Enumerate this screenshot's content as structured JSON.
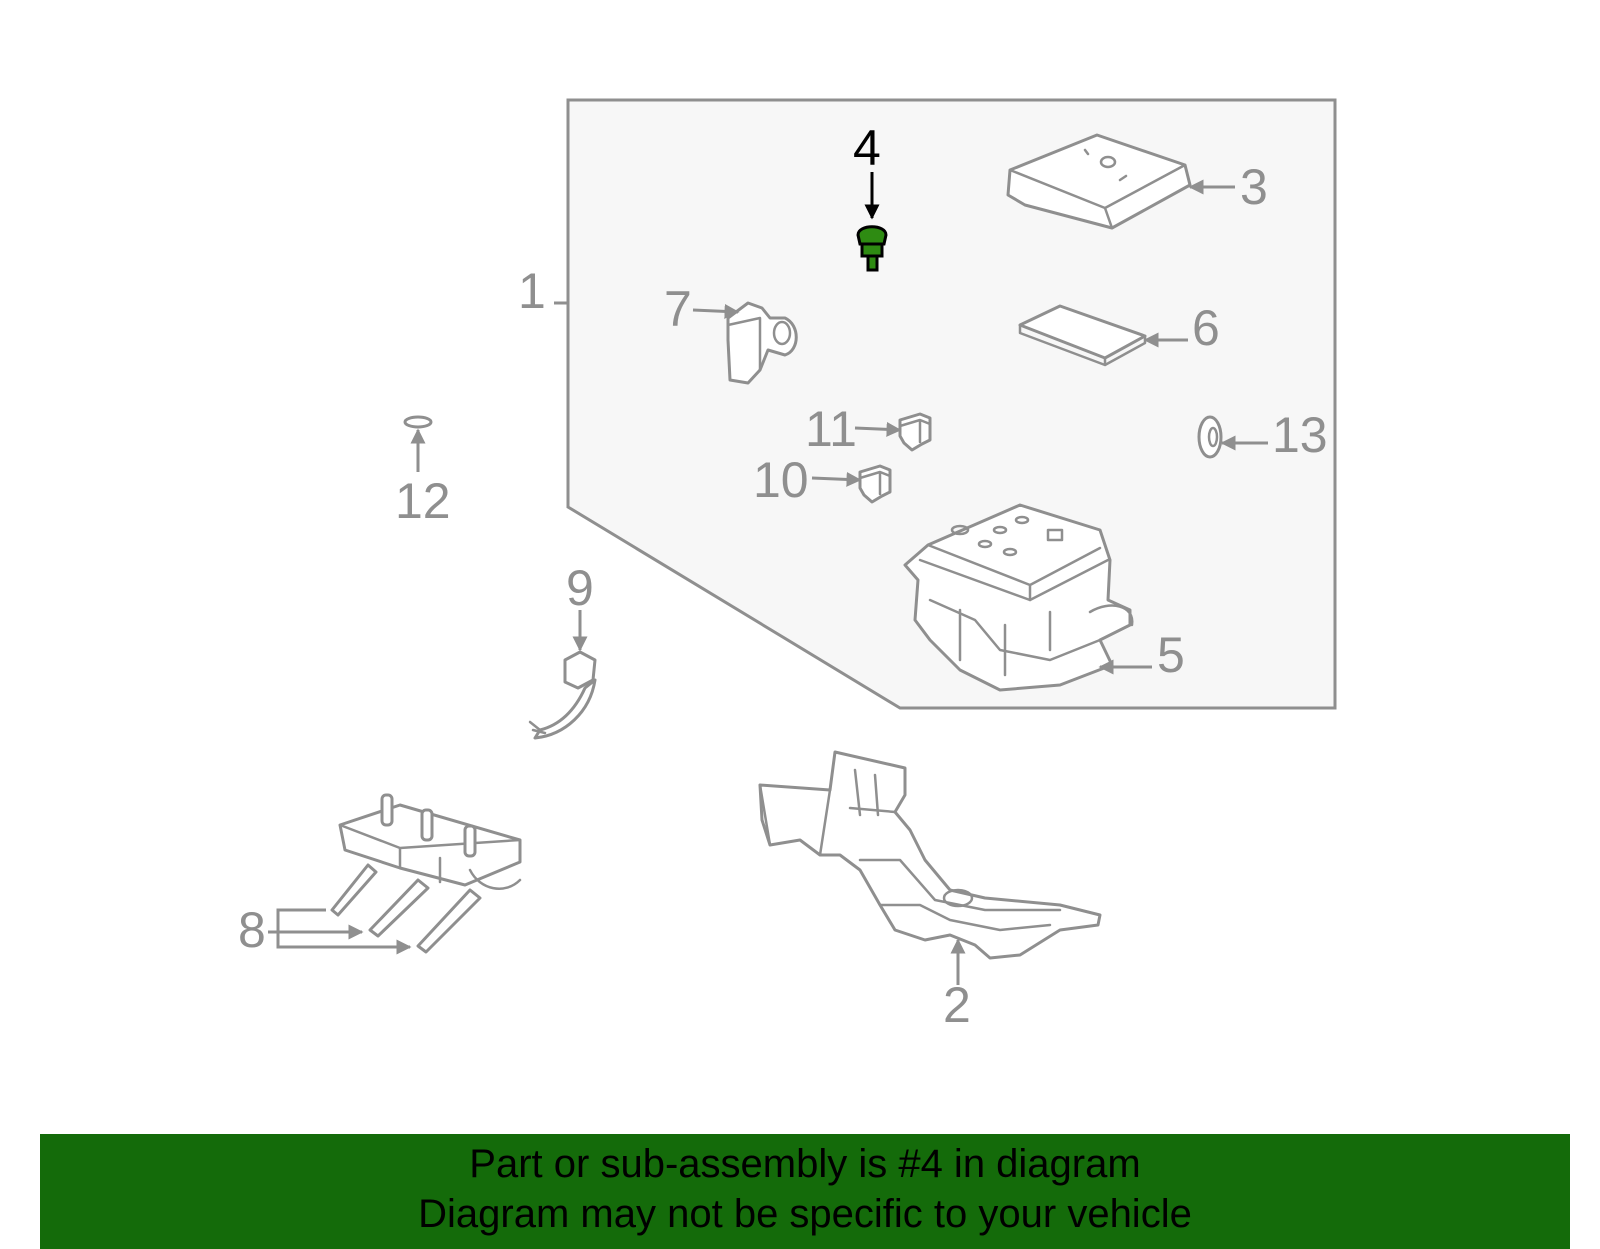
{
  "diagram": {
    "highlighted_callout": "4",
    "highlight_color": "#2e8b12",
    "line_color": "#8f8f8f",
    "callouts": {
      "c1": "1",
      "c2": "2",
      "c3": "3",
      "c4": "4",
      "c5": "5",
      "c6": "6",
      "c7": "7",
      "c8": "8",
      "c9": "9",
      "c10": "10",
      "c11": "11",
      "c12": "12",
      "c13": "13"
    }
  },
  "banner": {
    "line1": "Part or sub-assembly is #4 in diagram",
    "line2": "Diagram may not be specific to your vehicle",
    "background_color": "#146b0a"
  }
}
